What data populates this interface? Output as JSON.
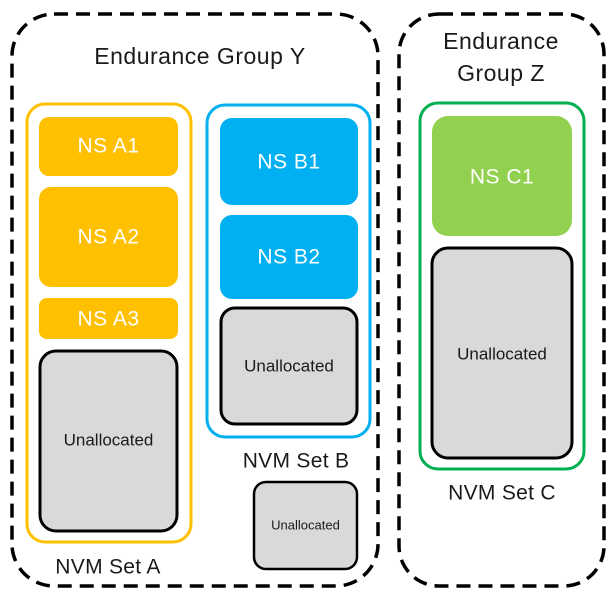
{
  "colors": {
    "set_a": "#FFC000",
    "set_b": "#00B0F0",
    "set_c": "#92D050",
    "set_c_border": "#00B050",
    "unallocated_fill": "#D9D9D9",
    "outline": "#000000"
  },
  "endurance_groups": {
    "y": {
      "label": "Endurance Group Y"
    },
    "z": {
      "label_line1": "Endurance",
      "label_line2": "Group Z"
    }
  },
  "nvm_sets": {
    "a": {
      "label": "NVM Set A",
      "namespaces": [
        "NS A1",
        "NS A2",
        "NS A3"
      ],
      "unallocated": "Unallocated"
    },
    "b": {
      "label": "NVM Set B",
      "namespaces": [
        "NS B1",
        "NS B2"
      ],
      "unallocated": "Unallocated"
    },
    "c": {
      "label": "NVM Set C",
      "namespaces": [
        "NS C1"
      ],
      "unallocated": "Unallocated"
    }
  },
  "group_y_unallocated": "Unallocated"
}
